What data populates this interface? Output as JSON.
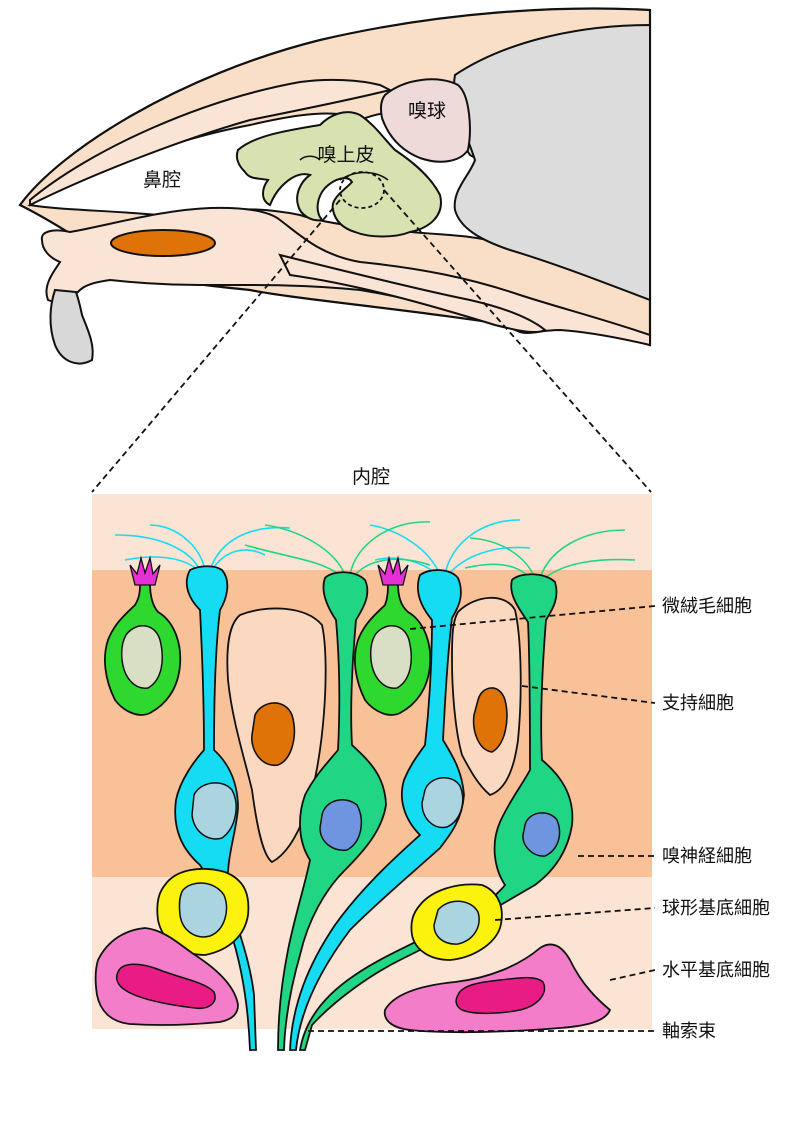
{
  "head": {
    "nasal_cavity": "鼻腔",
    "olfactory_epithelium": "嗅上皮",
    "olfactory_bulb": "嗅球"
  },
  "epithelium": {
    "lumen": "内腔",
    "microvillar_cell": "微絨毛細胞",
    "supporting_cell": "支持細胞",
    "olfactory_neuron": "嗅神経細胞",
    "globose_basal_cell": "球形基底細胞",
    "horizontal_basal_cell": "水平基底細胞",
    "axon_bundle": "軸索束"
  },
  "colors": {
    "tissue": "#fadfc8",
    "bone": "#f9e4d6",
    "epithelium_green": "#d7e2b0",
    "brain_gray": "#dddddd",
    "bulb_pink": "#eedad9",
    "lamina": "#f9c197",
    "lumen_layer": "#fbe4d3",
    "microvillar": "#2ed82e",
    "neuron_cyan": "#16dcf3",
    "neuron_green": "#20d685",
    "supporting": "#fbd9c0",
    "nucleus_orange": "#df7308",
    "globose": "#fbf20d",
    "horizontal": "#f47dc9",
    "horizontal_nucleus": "#e81c84",
    "nucleus_blue": "#6f95e0",
    "nucleus_lightblue": "#a9d4e0",
    "nucleus_pale": "#d8dfc5",
    "villi_magenta": "#e62fd6"
  }
}
